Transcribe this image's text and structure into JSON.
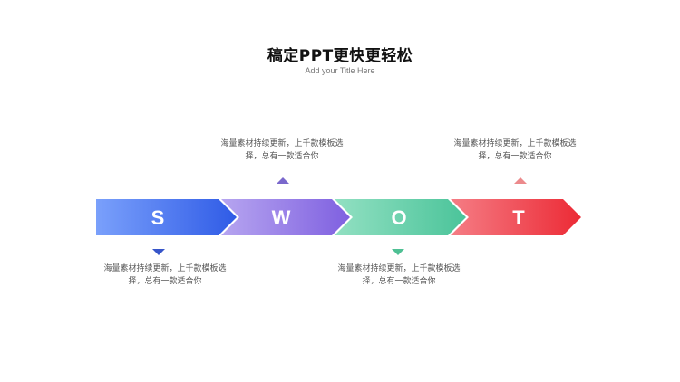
{
  "title": "稿定PPT更快更轻松",
  "subtitle": "Add your Title Here",
  "segments": [
    {
      "letter": "S",
      "text_line1": "海量素材持续更新，上千款模板选",
      "text_line2": "择，总有一款适合你",
      "color_start": "#7aa0fb",
      "color_end": "#2f5be6",
      "marker_color": "#3755c9"
    },
    {
      "letter": "W",
      "text_line1": "海量素材持续更新，上千款模板选",
      "text_line2": "择，总有一款适合你",
      "color_start": "#b6a5f0",
      "color_end": "#7f60e0",
      "marker_color": "#7a68cc"
    },
    {
      "letter": "O",
      "text_line1": "海量素材持续更新，上千款模板选",
      "text_line2": "择，总有一款适合你",
      "color_start": "#92e0c2",
      "color_end": "#4bc49a",
      "marker_color": "#4fc094"
    },
    {
      "letter": "T",
      "text_line1": "海量素材持续更新，上千款模板选",
      "text_line2": "择，总有一款适合你",
      "color_start": "#f57d85",
      "color_end": "#ec2a35",
      "marker_color": "#ec8a8c"
    }
  ]
}
